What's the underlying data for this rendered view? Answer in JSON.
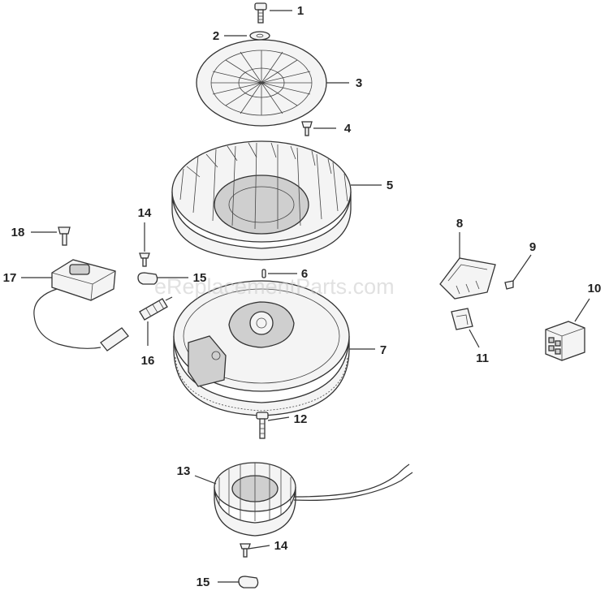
{
  "watermark": "eReplacementParts.com",
  "callouts": [
    {
      "id": "c1",
      "label": "1"
    },
    {
      "id": "c2",
      "label": "2"
    },
    {
      "id": "c3",
      "label": "3"
    },
    {
      "id": "c4",
      "label": "4"
    },
    {
      "id": "c5",
      "label": "5"
    },
    {
      "id": "c6",
      "label": "6"
    },
    {
      "id": "c7",
      "label": "7"
    },
    {
      "id": "c8",
      "label": "8"
    },
    {
      "id": "c9",
      "label": "9"
    },
    {
      "id": "c10",
      "label": "10"
    },
    {
      "id": "c11",
      "label": "11"
    },
    {
      "id": "c12",
      "label": "12"
    },
    {
      "id": "c13",
      "label": "13"
    },
    {
      "id": "c14a",
      "label": "14"
    },
    {
      "id": "c14b",
      "label": "14"
    },
    {
      "id": "c15a",
      "label": "15"
    },
    {
      "id": "c15b",
      "label": "15"
    },
    {
      "id": "c16",
      "label": "16"
    },
    {
      "id": "c17",
      "label": "17"
    },
    {
      "id": "c18",
      "label": "18"
    }
  ]
}
